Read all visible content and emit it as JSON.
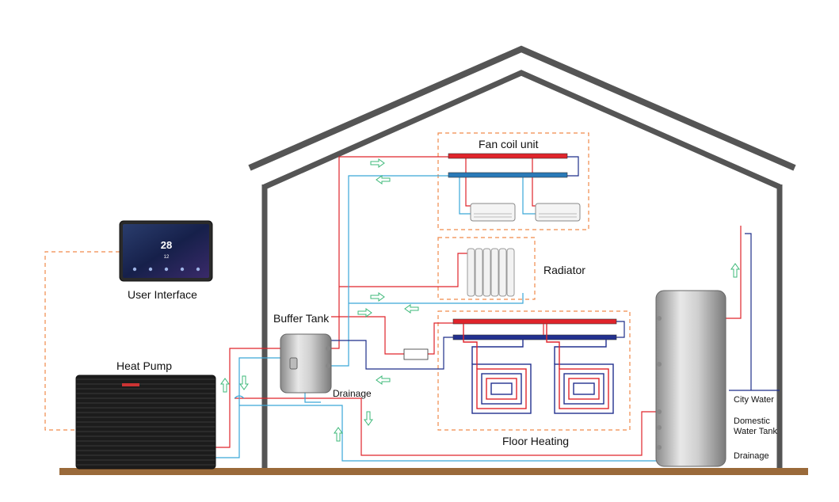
{
  "labels": {
    "fan_coil_unit": "Fan coil unit",
    "radiator": "Radiator",
    "user_interface": "User Interface",
    "buffer_tank": "Buffer Tank",
    "heat_pump": "Heat Pump",
    "drainage_buffer": "Drainage",
    "floor_heating": "Floor Heating",
    "city_water": "City Water",
    "domestic_water_tank": "Domestic\nWater Tank",
    "drainage_tank": "Drainage"
  },
  "controller_screen": {
    "temperature": "28",
    "set_value": "12"
  },
  "colors": {
    "hot_pipe": "#e0242b",
    "cold_pipe": "#3aa7d8",
    "dark_blue_pipe": "#1f2f8a",
    "house_outline": "#555555",
    "ground": "#9a6a3a",
    "dashed_box": "#f08a4b",
    "arrow": "#3cb878"
  }
}
